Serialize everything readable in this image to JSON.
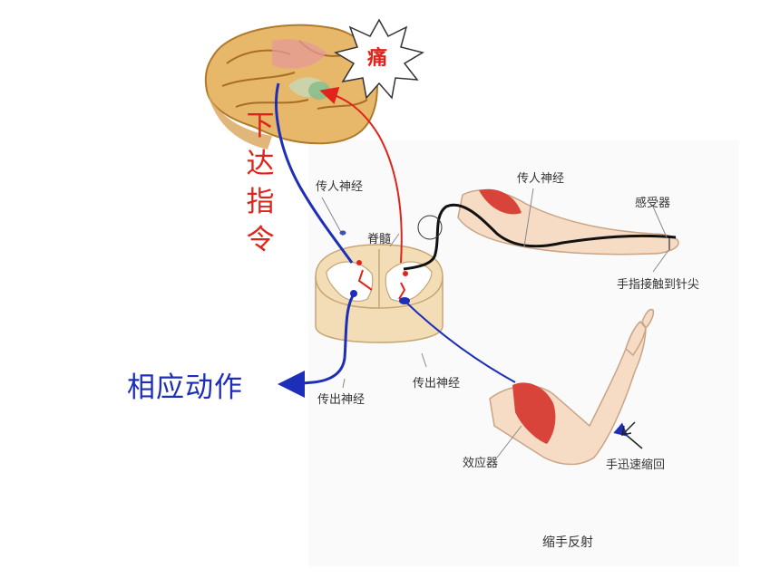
{
  "title": "缩手反射",
  "pain_label": "痛",
  "command_chars": [
    "下",
    "达",
    "指",
    "令"
  ],
  "action_label": "相应动作",
  "labels": {
    "afferent_left": "传人神经",
    "afferent_right": "传人神经",
    "spinal_cord": "脊髓",
    "receptor": "感受器",
    "finger_touch": "手指接触到针尖",
    "efferent_mid": "传出神经",
    "efferent_left": "传出神经",
    "effector": "效应器",
    "hand_withdraw": "手迅速缩回"
  },
  "colors": {
    "command_red": "#e0241b",
    "action_blue": "#1d2fb8",
    "nerve_black": "#111111"
  }
}
